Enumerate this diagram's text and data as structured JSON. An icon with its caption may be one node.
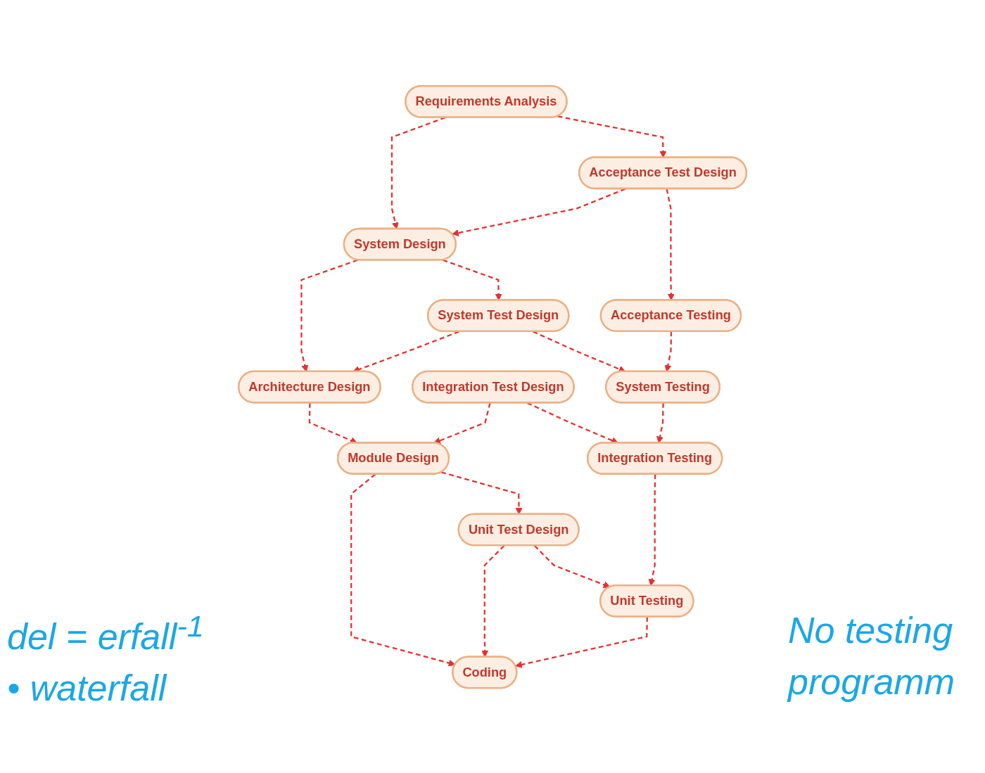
{
  "diagram": {
    "nodes": [
      {
        "text": [
          "Requirements Analysis"
        ]
      },
      {
        "text": [
          "Acceptance Test Design"
        ]
      },
      {
        "text": [
          "Acceptance Testing"
        ]
      },
      {
        "text": [
          "System Design"
        ]
      },
      {
        "text": [
          "System Test Design"
        ]
      },
      {
        "text": [
          "System Testing"
        ]
      },
      {
        "text": [
          "Architecture Design"
        ]
      },
      {
        "text": [
          "Integration Test Design"
        ]
      },
      {
        "text": [
          "Integration Testing"
        ]
      },
      {
        "text": [
          "Module Design"
        ]
      },
      {
        "text": [
          "Unit Test Design"
        ]
      },
      {
        "text": [
          "Unit Testing"
        ]
      },
      {
        "text": [
          "Coding"
        ]
      }
    ],
    "edges": [
      {
        "from": 0,
        "to": 1,
        "arrow": "to",
        "style": "dashed"
      },
      {
        "from": 1,
        "to": 2,
        "arrow": "to",
        "style": "dashed"
      },
      {
        "from": 0,
        "to": 3,
        "arrow": "to",
        "style": "dashed"
      },
      {
        "from": 1,
        "to": 3,
        "arrow": "to",
        "style": "dashed"
      },
      {
        "from": 3,
        "to": 4,
        "arrow": "to",
        "style": "dashed"
      },
      {
        "from": 4,
        "to": 5,
        "arrow": "to",
        "style": "dashed"
      },
      {
        "from": 2,
        "to": 5,
        "arrow": "to",
        "style": "dashed"
      },
      {
        "from": 3,
        "to": 6,
        "arrow": "to",
        "style": "dashed"
      },
      {
        "from": 4,
        "to": 6,
        "arrow": "to",
        "style": "dashed"
      },
      {
        "from": 7,
        "to": 8,
        "arrow": "to",
        "style": "dashed"
      },
      {
        "from": 5,
        "to": 8,
        "arrow": "to",
        "style": "dashed"
      },
      {
        "from": 6,
        "to": 9,
        "arrow": "to",
        "style": "dashed"
      },
      {
        "from": 7,
        "to": 9,
        "arrow": "to",
        "style": "dashed"
      },
      {
        "from": 9,
        "to": 10,
        "arrow": "to",
        "style": "dashed"
      },
      {
        "from": 10,
        "to": 11,
        "arrow": "to",
        "style": "dashed"
      },
      {
        "from": 8,
        "to": 11,
        "arrow": "to",
        "style": "dashed"
      },
      {
        "from": 9,
        "to": 12,
        "arrow": "to",
        "style": "dashed"
      },
      {
        "from": 10,
        "to": 12,
        "arrow": "to",
        "style": "dashed"
      },
      {
        "from": 11,
        "to": 12,
        "arrow": "to",
        "style": "dashed"
      }
    ],
    "labels": [
      "del = erfall$^{-1}$ • waterfall",
      "No testing programm"
    ]
  }
}
